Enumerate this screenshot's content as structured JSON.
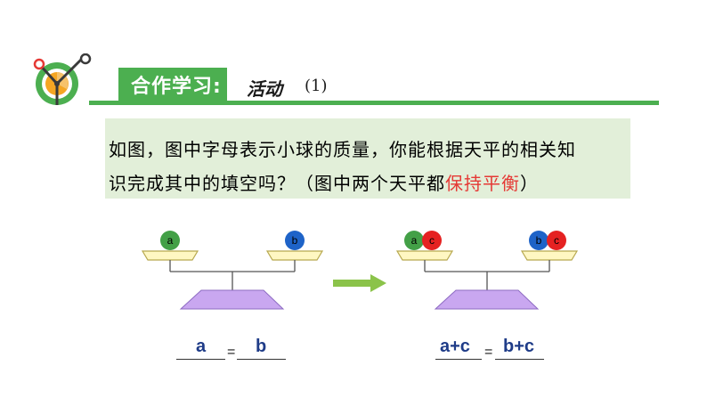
{
  "header": {
    "tab_label": "合作学习:",
    "activity_title": "活动",
    "activity_number": "(1)",
    "accent_color": "#4caf50"
  },
  "question": {
    "line1": "如图，图中字母表示小球的质量，你能根据天平的相关知",
    "line2_prefix": "识完成其中的填空吗？（图中两个天平都",
    "line2_highlight": "保持平衡",
    "line2_suffix": "）",
    "highlight_color": "#e53935"
  },
  "left_balance": {
    "left_pan_balls": [
      "a"
    ],
    "right_pan_balls": [
      "b"
    ]
  },
  "right_balance": {
    "left_pan_balls": [
      "a",
      "c"
    ],
    "right_pan_balls": [
      "b",
      "c"
    ]
  },
  "ball_colors": {
    "a": "#43a047",
    "b": "#1e63c8",
    "c": "#e52222"
  },
  "arrow": {
    "icon": "right-arrow-icon",
    "color": "#8bc34a"
  },
  "equation_left": {
    "lhs": "a",
    "sign": "=",
    "rhs": "b"
  },
  "equation_right": {
    "lhs": "a+c",
    "sign": "=",
    "rhs": "b+c"
  }
}
